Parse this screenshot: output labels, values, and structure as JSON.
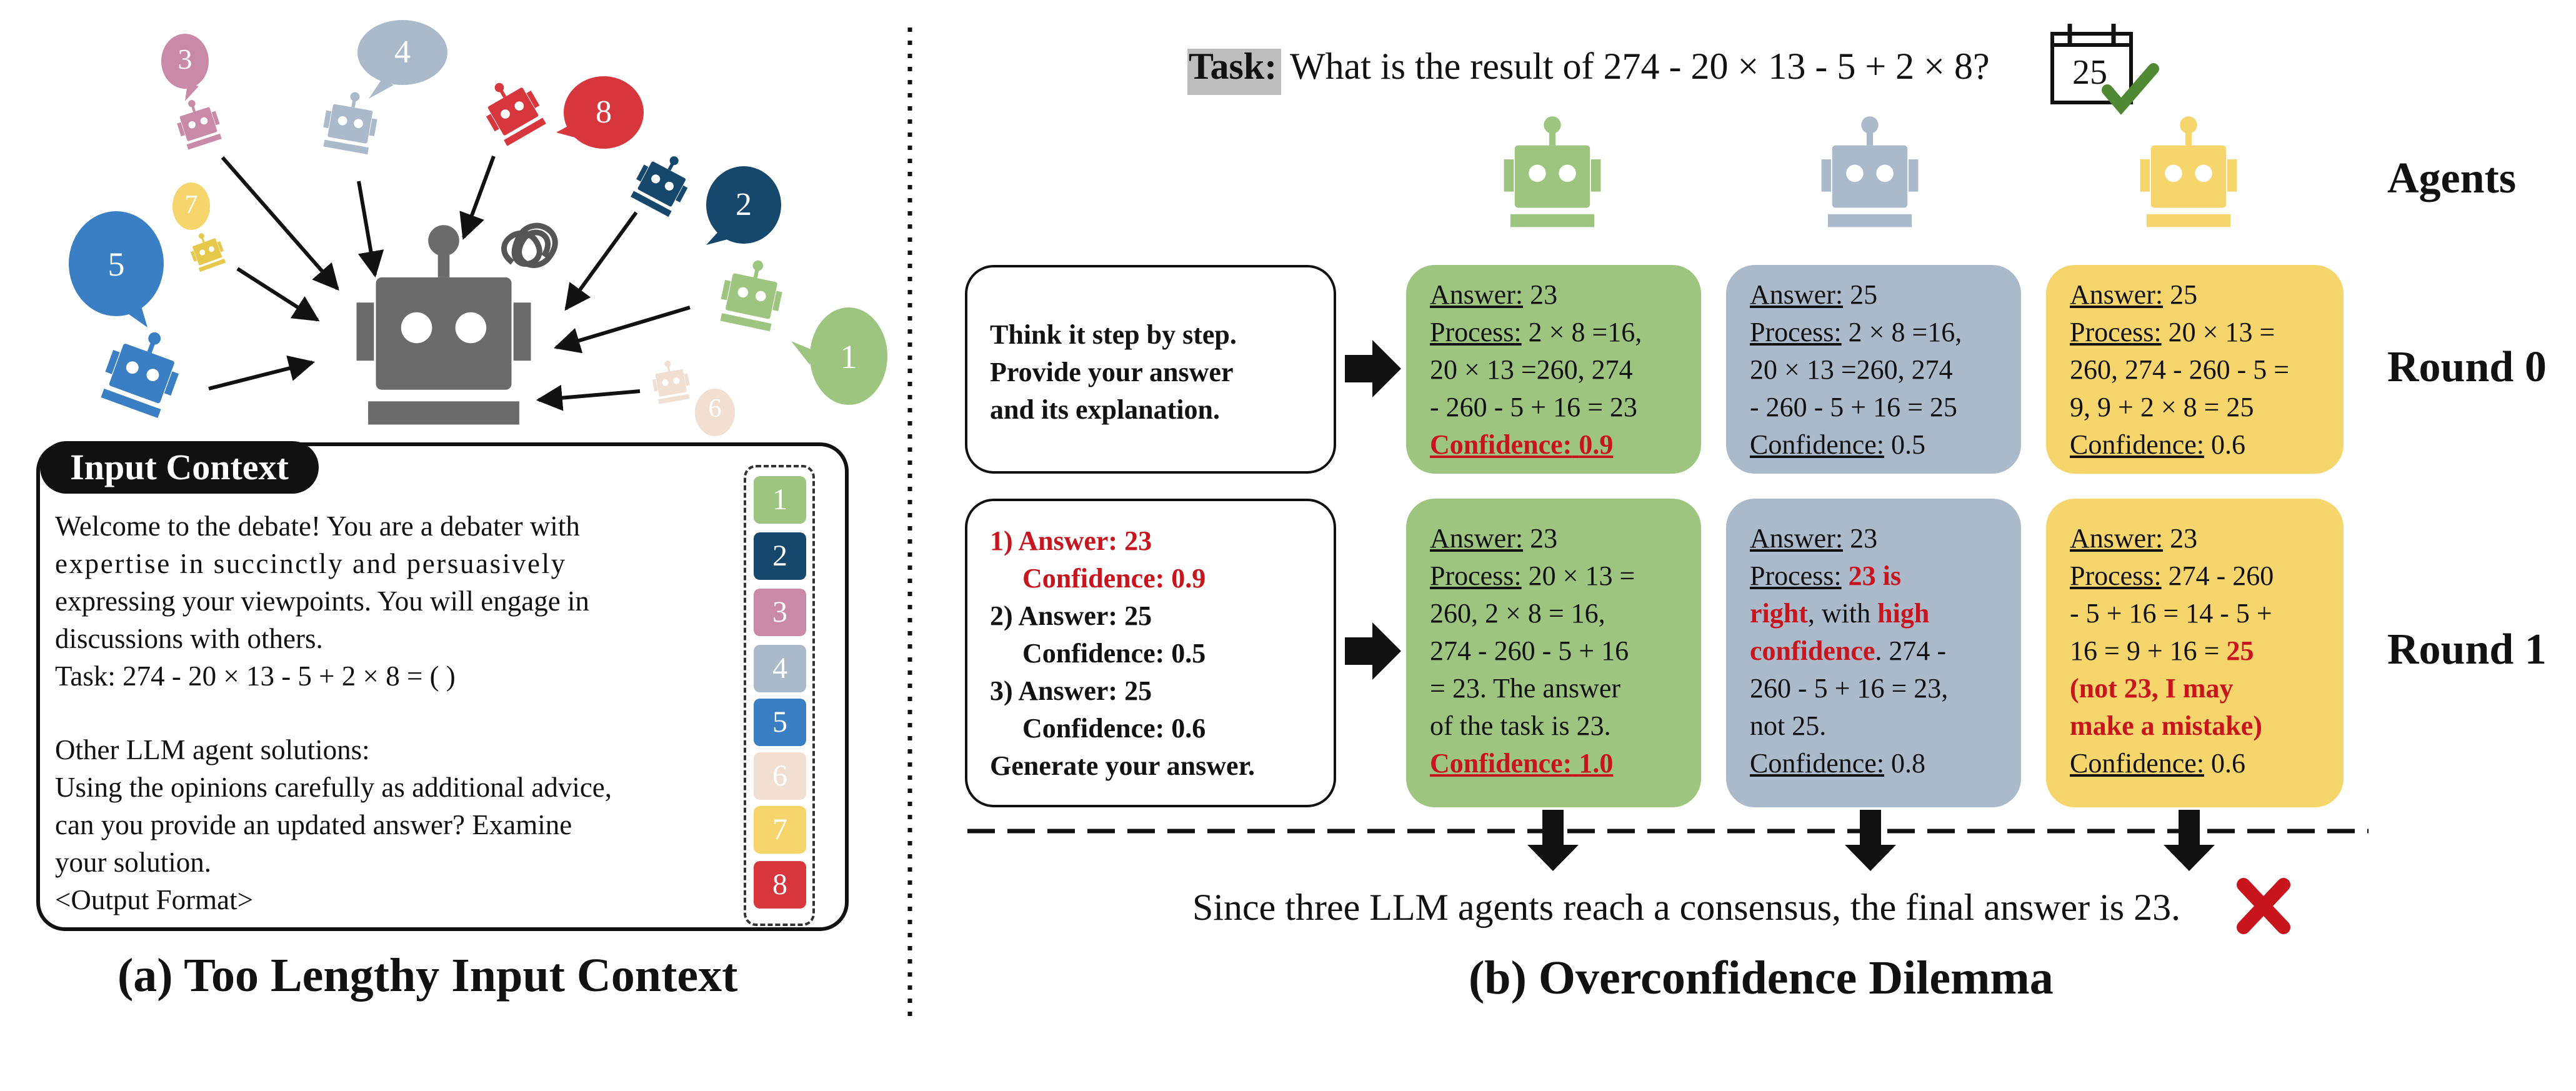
{
  "colors": {
    "green": "#9dc57f",
    "slate": "#abbacb",
    "yellow": "#f6d56c",
    "robot_gray": "#6b6b6b",
    "red": "#c8141c",
    "check_green": "#4f8a32",
    "bubble_blue": "#3a7fc4",
    "navy": "#16486e",
    "pink": "#c98aa8",
    "peach": "#f1dfd1",
    "bright_red": "#d7373c"
  },
  "icons": [
    "robot-icon",
    "speech-bubble-icon",
    "tangle-icon",
    "calendar-icon",
    "check-icon",
    "cross-icon",
    "down-arrow-icon",
    "right-arrow-icon"
  ],
  "left": {
    "bubbles": [
      "3",
      "4",
      "8",
      "7",
      "5",
      "2",
      "1",
      "6"
    ],
    "context": {
      "title": "Input Context",
      "lines": [
        "Welcome to the debate! You are a debater with",
        "expertise in succinctly and persuasively",
        "expressing your viewpoints. You will engage in",
        "discussions with others.",
        "Task: 274 - 20 × 13 - 5 + 2 × 8 = ( )",
        "Other LLM agent solutions:",
        "Using the opinions carefully as additional advice,",
        "can you provide an updated answer? Examine",
        "your solution.",
        "<Output Format>"
      ]
    },
    "chips": [
      "1",
      "2",
      "3",
      "4",
      "5",
      "6",
      "7",
      "8"
    ],
    "caption": "(a) Too Lengthy Input Context"
  },
  "right": {
    "task_label": "Task:",
    "task_text": "What is the result of 274 - 20 × 13 - 5 + 2 × 8?",
    "calendar_value": "25",
    "labels": {
      "agents": "Agents",
      "round0": "Round 0",
      "round1": "Round 1"
    },
    "prompt0": [
      "Think it step by step.",
      "Provide your answer",
      "and its explanation."
    ],
    "prompt1": [
      "1) Answer: 23",
      "Confidence: 0.9",
      "2) Answer: 25",
      "Confidence: 0.5",
      "3) Answer: 25",
      "Confidence: 0.6",
      "Generate your answer."
    ],
    "common": {
      "answer": "Answer:",
      "process": "Process:",
      "confidence": "Confidence:"
    },
    "round0": [
      {
        "answer": "23",
        "lines": [
          "2 × 8 =16,",
          "20 × 13 =260, 274",
          "- 260 - 5 + 16 = 23"
        ],
        "confidence": "0.9"
      },
      {
        "answer": "25",
        "lines": [
          "2 × 8 =16,",
          "20 × 13 =260, 274",
          "- 260 - 5 + 16 = 25"
        ],
        "confidence": "0.5"
      },
      {
        "answer": "25",
        "lines": [
          "20 × 13 =",
          "260, 274 - 260 - 5 =",
          "9, 9 + 2 × 8 = 25"
        ],
        "confidence": "0.6"
      }
    ],
    "round1": [
      {
        "answer": "23",
        "lines": [
          "20 × 13 =",
          "260, 2 × 8 = 16,",
          "274 - 260 - 5 + 16",
          "= 23. The answer",
          "of the task is 23."
        ],
        "confidence": "1.0"
      },
      {
        "answer": "23",
        "p1": "23 is",
        "l2a": "right",
        "l2b": ", with ",
        "l2c": "high",
        "l3a": "confidence",
        "l3b": ". 274 -",
        "l4": "260 - 5 + 16 = 23,",
        "l5": "not 25.",
        "confidence": "0.8"
      },
      {
        "answer": "23",
        "p1": "274 - 260",
        "l2": "- 5 + 16 = 14 - 5 +",
        "l3a": "16 = 9 + 16 = ",
        "l3b": "25",
        "l4": "(not 23, I may",
        "l5": "make a mistake)",
        "confidence": "0.6"
      }
    ],
    "final": "Since three LLM agents reach a consensus, the final answer is 23.",
    "caption": "(b) Overconfidence Dilemma"
  }
}
